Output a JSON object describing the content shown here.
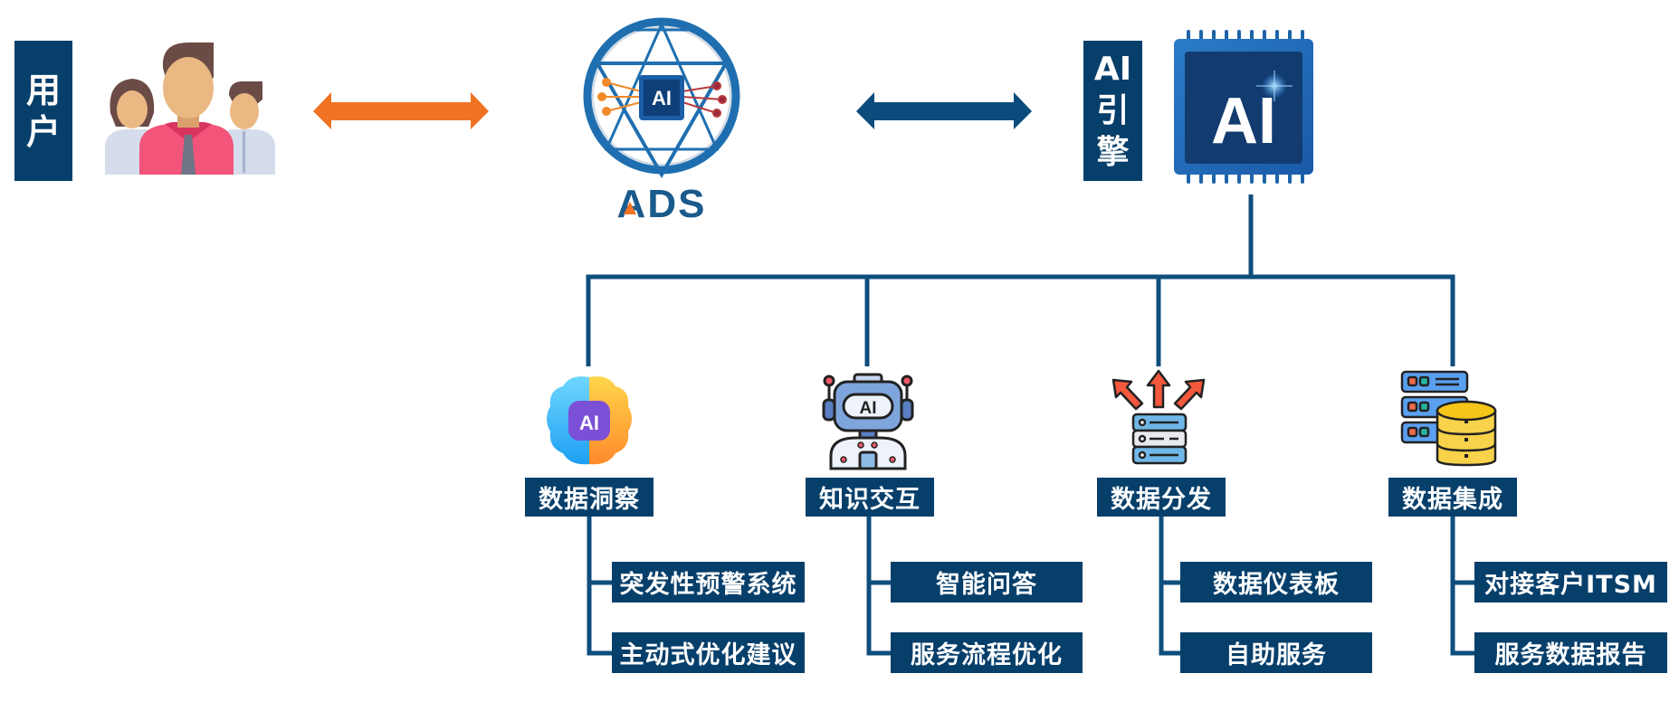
{
  "colors": {
    "navy": "#073f6b",
    "line": "#0e4e7d",
    "orange_arrow": "#f07323",
    "blue_arrow": "#0a4c7c"
  },
  "top": {
    "user_label": [
      "用",
      "户"
    ],
    "user_icon": "users-group-icon",
    "user_link_icon": "double-arrow-orange-icon",
    "ads_logo_icon": "ads-globe-chip-icon",
    "ads_logo_text": "ADS",
    "ads_chip_text": "AI",
    "engine_link_icon": "double-arrow-blue-icon",
    "engine_label": [
      "AI",
      "引",
      "擎"
    ],
    "engine_chip_text": "AI",
    "engine_icon": "ai-chip-icon"
  },
  "branches": [
    {
      "label": "数据洞察",
      "icon": "ai-brain-icon",
      "icon_text": "AI",
      "children": [
        "突发性预警系统",
        "主动式优化建议"
      ]
    },
    {
      "label": "知识交互",
      "icon": "ai-robot-icon",
      "icon_text": "AI",
      "children": [
        "智能问答",
        "服务流程优化"
      ]
    },
    {
      "label": "数据分发",
      "icon": "server-distribution-icon",
      "children": [
        "数据仪表板",
        "自助服务"
      ]
    },
    {
      "label": "数据集成",
      "icon": "server-database-icon",
      "children": [
        "对接客户ITSM",
        "服务数据报告"
      ]
    }
  ]
}
